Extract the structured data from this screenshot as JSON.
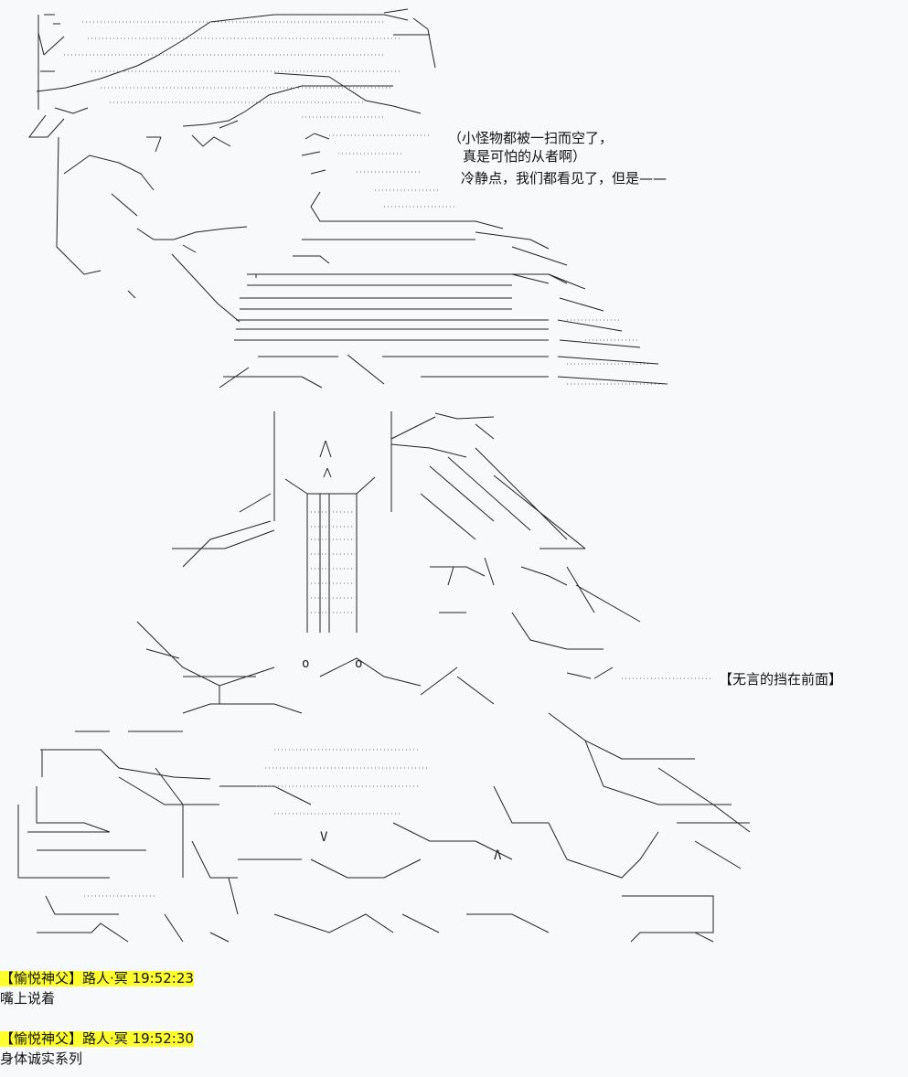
{
  "panel_1": {
    "speech_line_1": "（小怪物都被一扫而空了，",
    "speech_line_2": "真是可怕的从者啊）",
    "speech_line_3": "冷静点，我们都看见了，但是——"
  },
  "panel_2": {
    "caption": "【无言的挡在前面】"
  },
  "comments": [
    {
      "tag": "【愉悦神父】",
      "user": "路人·冥",
      "time": "19:52:23",
      "text": "嘴上说着"
    },
    {
      "tag": "【愉悦神父】",
      "user": "路人·冥",
      "time": "19:52:30",
      "text": "身体诚实系列"
    }
  ]
}
